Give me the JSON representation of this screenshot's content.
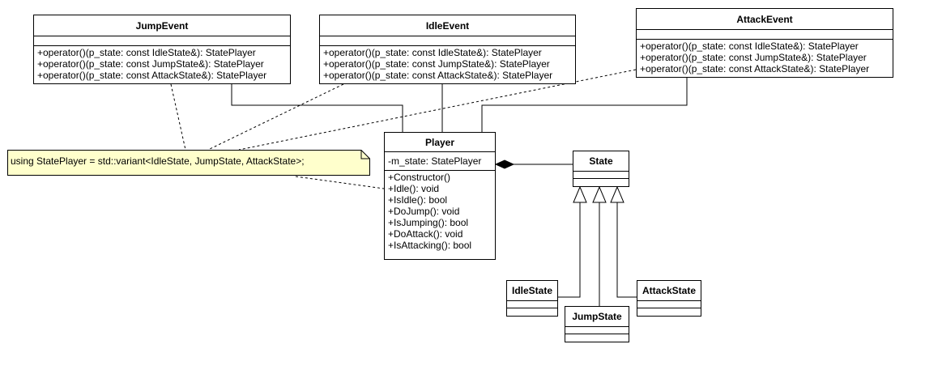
{
  "classes": {
    "jump_event": {
      "name": "JumpEvent",
      "attributes": [],
      "operations": [
        "+operator()(p_state: const IdleState&): StatePlayer",
        "+operator()(p_state: const JumpState&): StatePlayer",
        "+operator()(p_state: const AttackState&): StatePlayer"
      ]
    },
    "idle_event": {
      "name": "IdleEvent",
      "attributes": [],
      "operations": [
        "+operator()(p_state: const IdleState&): StatePlayer",
        "+operator()(p_state: const JumpState&): StatePlayer",
        "+operator()(p_state: const AttackState&): StatePlayer"
      ]
    },
    "attack_event": {
      "name": "AttackEvent",
      "attributes": [],
      "operations": [
        "+operator()(p_state: const IdleState&): StatePlayer",
        "+operator()(p_state: const JumpState&): StatePlayer",
        "+operator()(p_state: const AttackState&): StatePlayer"
      ]
    },
    "player": {
      "name": "Player",
      "attributes": [
        "-m_state: StatePlayer"
      ],
      "operations": [
        "+Constructor()",
        "+Idle(): void",
        "+IsIdle(): bool",
        "+DoJump(): void",
        "+IsJumping(): bool",
        "+DoAttack(): void",
        "+IsAttacking(): bool"
      ]
    },
    "state": {
      "name": "State",
      "attributes": [],
      "operations": []
    },
    "idle_state": {
      "name": "IdleState",
      "attributes": [],
      "operations": []
    },
    "jump_state": {
      "name": "JumpState",
      "attributes": [],
      "operations": []
    },
    "attack_state": {
      "name": "AttackState",
      "attributes": [],
      "operations": []
    }
  },
  "note": {
    "text": "using StatePlayer = std::variant<IdleState, JumpState, AttackState>;"
  },
  "colors": {
    "note_fill": "#ffffcc",
    "line": "#000000",
    "box_fill": "#ffffff"
  }
}
